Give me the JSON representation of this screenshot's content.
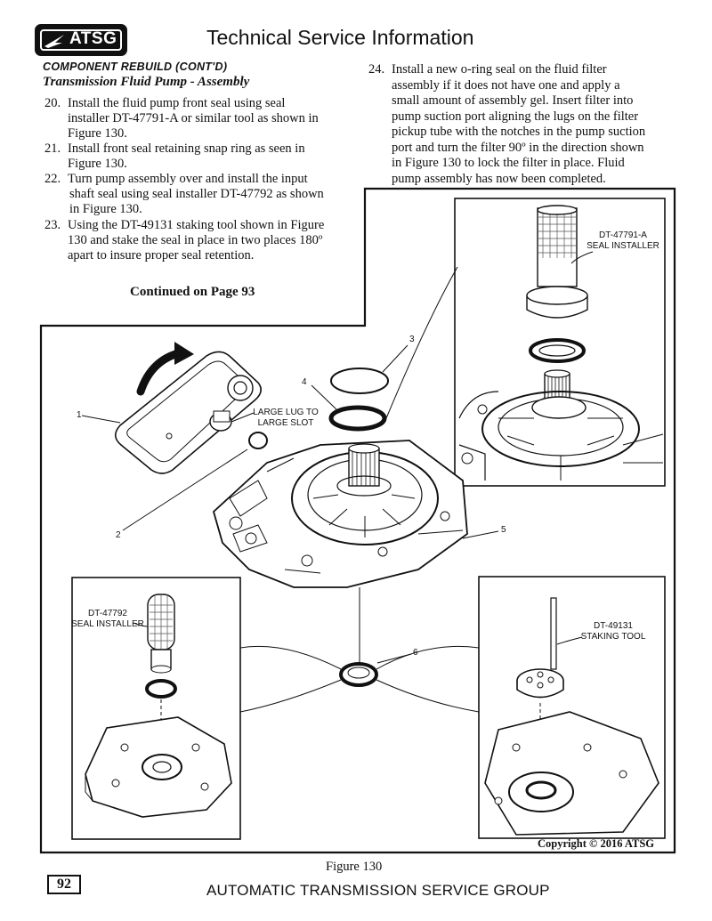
{
  "header": {
    "logo_text": "ATSG",
    "title": "Technical Service Information"
  },
  "section_heading": "COMPONENT REBUILD (CONT'D)",
  "sub_heading": "Transmission Fluid Pump - Assembly",
  "steps_left": [
    {
      "num": "20.",
      "lines": [
        "Install the fluid pump front seal using seal",
        "installer DT-47791-A or similar tool as shown in",
        "Figure 130."
      ]
    },
    {
      "num": "21.",
      "lines": [
        "Install front seal retaining snap ring as seen in",
        "Figure 130."
      ]
    },
    {
      "num": "22.",
      "lines": [
        "Turn pump assembly over and install the input",
        " shaft seal using seal installer DT-47792 as shown",
        " in Figure 130."
      ]
    },
    {
      "num": "23.",
      "lines": [
        "Using the DT-49131 staking tool shown in Figure",
        "130 and stake the seal in place in two places 180º",
        "apart to insure proper seal retention."
      ]
    }
  ],
  "steps_right": [
    {
      "num": "24.",
      "lines": [
        "Install a new o-ring seal on the fluid filter",
        "assembly if it does not have one and apply a",
        "small amount of assembly gel. Insert filter into",
        "pump suction port aligning the lugs on the filter",
        "pickup tube with the notches in the pump suction",
        "port and turn the filter 90º in the direction shown",
        "in Figure 130 to lock the filter in place. Fluid",
        "pump assembly has now been completed."
      ]
    }
  ],
  "continued": "Continued on Page 93",
  "figure": {
    "labels": {
      "tool_a_line1": "DT-47791-A",
      "tool_a_line2": "SEAL INSTALLER",
      "tool_b_line1": "DT-47792",
      "tool_b_line2": "SEAL INSTALLER",
      "tool_c_line1": "DT-49131",
      "tool_c_line2": "STAKING TOOL",
      "lug_line1": "LARGE LUG TO",
      "lug_line2": "LARGE SLOT"
    },
    "callouts": [
      "1",
      "2",
      "3",
      "4",
      "5",
      "6"
    ],
    "copyright": "Copyright © 2016 ATSG",
    "caption": "Figure 130"
  },
  "footer": {
    "page_number": "92",
    "company": "AUTOMATIC TRANSMISSION SERVICE GROUP"
  }
}
